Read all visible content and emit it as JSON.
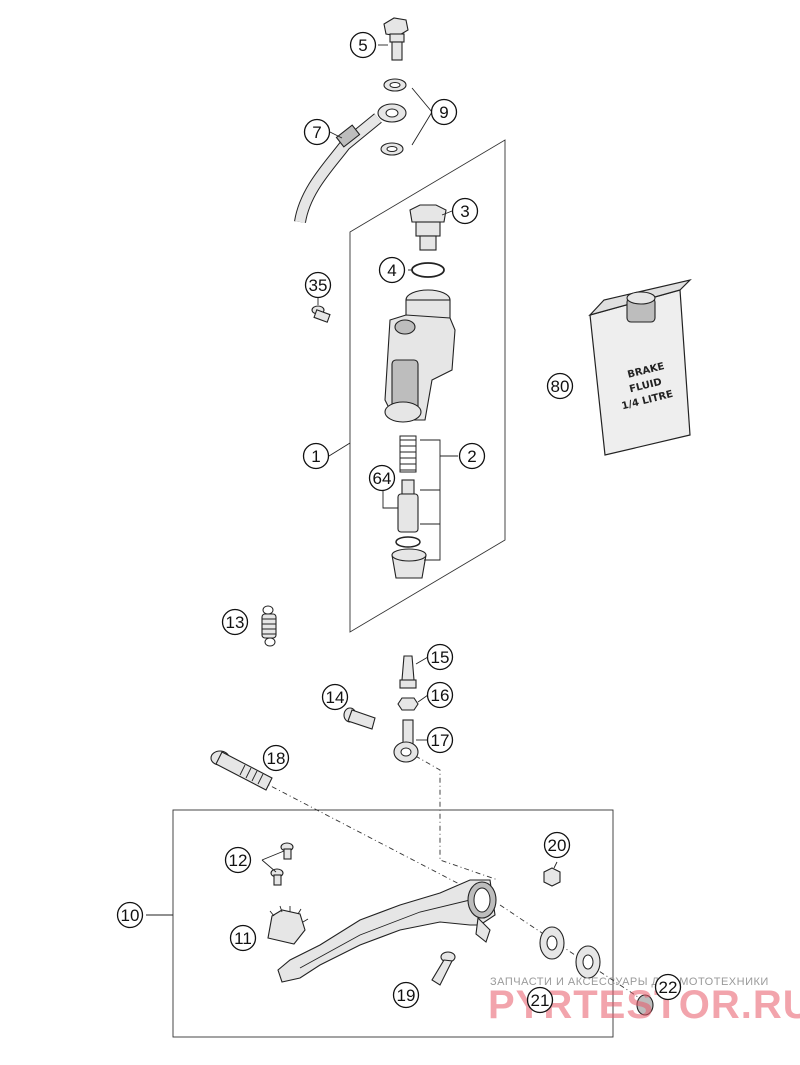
{
  "diagram": {
    "callouts": [
      {
        "id": "c5",
        "label": "5"
      },
      {
        "id": "c9",
        "label": "9"
      },
      {
        "id": "c7",
        "label": "7"
      },
      {
        "id": "c3",
        "label": "3"
      },
      {
        "id": "c4",
        "label": "4"
      },
      {
        "id": "c35",
        "label": "35"
      },
      {
        "id": "c80",
        "label": "80"
      },
      {
        "id": "c1",
        "label": "1"
      },
      {
        "id": "c2",
        "label": "2"
      },
      {
        "id": "c64",
        "label": "64"
      },
      {
        "id": "c13",
        "label": "13"
      },
      {
        "id": "c15",
        "label": "15"
      },
      {
        "id": "c14",
        "label": "14"
      },
      {
        "id": "c16",
        "label": "16"
      },
      {
        "id": "c17",
        "label": "17"
      },
      {
        "id": "c18",
        "label": "18"
      },
      {
        "id": "c20",
        "label": "20"
      },
      {
        "id": "c12",
        "label": "12"
      },
      {
        "id": "c10",
        "label": "10"
      },
      {
        "id": "c11",
        "label": "11"
      },
      {
        "id": "c19",
        "label": "19"
      },
      {
        "id": "c21",
        "label": "21"
      },
      {
        "id": "c22",
        "label": "22"
      }
    ],
    "fluid_label": [
      "BRAKE",
      "FLUID",
      "1/4 LITRE"
    ]
  },
  "watermark": {
    "small": "ЗАПЧАСТИ И АКСЕССУАРЫ ДЛЯ МОТОТЕХНИКИ",
    "big": "PYRTESTOR.RU"
  }
}
